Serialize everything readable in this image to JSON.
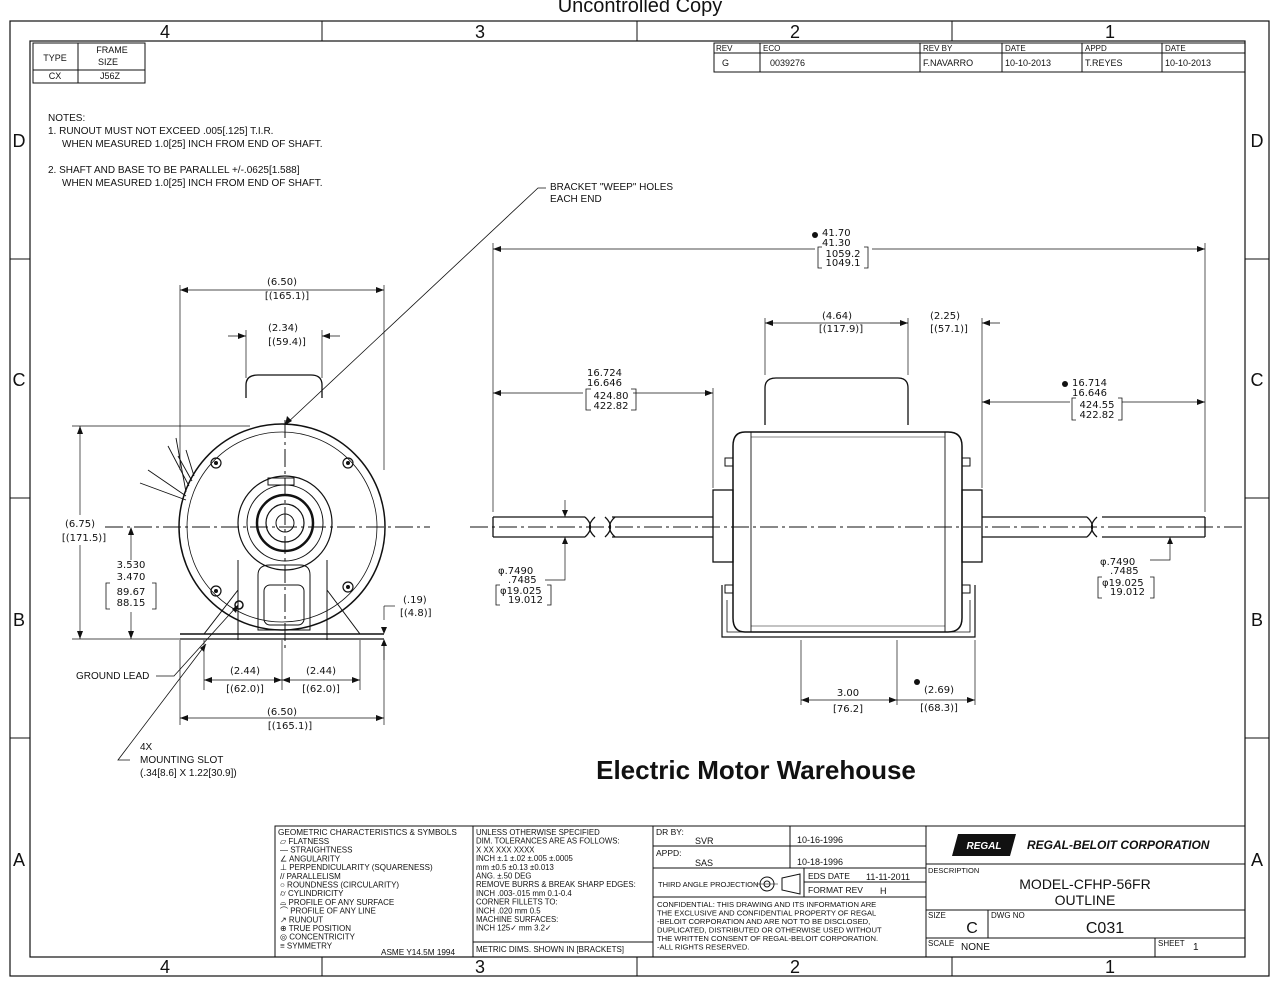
{
  "header": {
    "uncontrolled": "Uncontrolled Copy"
  },
  "zones": {
    "cols": [
      "4",
      "3",
      "2",
      "1"
    ],
    "rows": [
      "D",
      "C",
      "B",
      "A"
    ]
  },
  "frame_table": {
    "type_label": "TYPE",
    "frame_label_1": "FRAME",
    "frame_label_2": "SIZE",
    "type_value": "CX",
    "frame_value": "J56Z"
  },
  "revision": {
    "headers": [
      "REV",
      "ECO",
      "REV BY",
      "DATE",
      "APPD",
      "DATE"
    ],
    "row": [
      "G",
      "0039276",
      "F.NAVARRO",
      "10-10-2013",
      "T.REYES",
      "10-10-2013"
    ]
  },
  "notes": {
    "title": "NOTES:",
    "lines": [
      "1.  RUNOUT MUST NOT EXCEED .005[.125] T.I.R.",
      "WHEN MEASURED 1.0[25] INCH FROM END OF SHAFT.",
      "2.  SHAFT AND BASE TO BE PARALLEL +/-.0625[1.588]",
      "WHEN MEASURED 1.0[25] INCH FROM END OF SHAFT."
    ]
  },
  "callouts": {
    "weep_1": "BRACKET \"WEEP\" HOLES",
    "weep_2": "EACH END",
    "ground": "GROUND LEAD",
    "slot_1": "4X",
    "slot_2": "MOUNTING SLOT",
    "slot_3": "(.34[8.6] X 1.22[30.9])"
  },
  "dims_end": {
    "w650_a": "(6.50)",
    "w650_b": "[(165.1)]",
    "w234_a": "(2.34)",
    "w234_b": "[(59.4)]",
    "h675_a": "(6.75)",
    "h675_b": "[(171.5)]",
    "h353_a": "3.530",
    "h353_b": "3.470",
    "h353_c": "89.67",
    "h353_d": "88.15",
    "f019_a": "(.19)",
    "f019_b": "[(4.8)]",
    "s244l_a": "(2.44)",
    "s244l_b": "[(62.0)]",
    "s244r_a": "(2.44)",
    "s244r_b": "[(62.0)]",
    "b650_a": "(6.50)",
    "b650_b": "[(165.1)]"
  },
  "dims_side": {
    "ov_a": "41.70",
    "ov_b": "41.30",
    "ov_c": "1059.2",
    "ov_d": "1049.1",
    "w464_a": "(4.64)",
    "w464_b": "[(117.9)]",
    "w225_a": "(2.25)",
    "w225_b": "[(57.1)]",
    "l16724_a": "16.724",
    "l16724_b": "16.646",
    "l16724_c": "424.80",
    "l16724_d": "422.82",
    "r16714_a": "16.714",
    "r16714_b": "16.646",
    "r16714_c": "424.55",
    "r16714_d": "422.82",
    "shl_a": "φ.7490",
    "shl_b": ".7485",
    "shl_c": "φ19.025",
    "shl_d": "19.012",
    "shr_a": "φ.7490",
    "shr_b": ".7485",
    "shr_c": "φ19.025",
    "shr_d": "19.012",
    "b300_a": "3.00",
    "b300_b": "[76.2]",
    "b269_a": "(2.69)",
    "b269_b": "[(68.3)]"
  },
  "watermark": "Electric Motor Warehouse",
  "gdt": {
    "title": "GEOMETRIC CHARACTERISTICS & SYMBOLS",
    "items": [
      "▱ FLATNESS",
      "— STRAIGHTNESS",
      "∠ ANGULARITY",
      "⊥ PERPENDICULARITY (SQUARENESS)",
      "// PARALLELISM",
      "○ ROUNDNESS (CIRCULARITY)",
      "⌭ CYLINDRICITY",
      "⌓ PROFILE OF ANY SURFACE",
      "⌒ PROFILE OF ANY LINE",
      "↗ RUNOUT",
      "⊕ TRUE POSITION",
      "◎ CONCENTRICITY",
      "≡ SYMMETRY"
    ],
    "std": "ASME Y14.5M 1994"
  },
  "tol": {
    "lines": [
      "UNLESS OTHERWISE SPECIFIED",
      "DIM. TOLERANCES ARE AS FOLLOWS:",
      "          X       XX      XXX     XXXX",
      "INCH    ±.1   ±.02   ±.005  ±.0005",
      "mm     ±0.5  ±0.13  ±0.013",
      "ANG. ±.50  DEG",
      "REMOVE BURRS & BREAK SHARP EDGES:",
      "  INCH .003-.015    mm  0.1-0.4",
      "CORNER FILLETS TO:",
      "  INCH .020    mm  0.5",
      "MACHINE SURFACES:",
      "  INCH  125✓  mm  3.2✓"
    ],
    "footer": "METRIC DIMS. SHOWN IN [BRACKETS]"
  },
  "approval": {
    "dr_label": "DR BY:",
    "dr_name": "SVR",
    "dr_date": "10-16-1996",
    "appd_label": "APPD:",
    "appd_name": "SAS",
    "appd_date": "10-18-1996",
    "proj": "THIRD ANGLE PROJECTION",
    "eds_label": "EDS DATE",
    "eds_value": "11-11-2011",
    "fmt_label": "FORMAT REV",
    "fmt_value": "H",
    "conf": [
      "CONFIDENTIAL: THIS DRAWING AND ITS INFORMATION ARE",
      "THE EXCLUSIVE AND CONFIDENTIAL PROPERTY OF REGAL",
      "-BELOIT CORPORATION AND ARE NOT TO BE DISCLOSED,",
      "DUPLICATED, DISTRIBUTED OR OTHERWISE USED WITHOUT",
      "THE WRITTEN CONSENT OF REGAL-BELOIT CORPORATION.",
      "-ALL RIGHTS RESERVED."
    ]
  },
  "title_block": {
    "logo": "REGAL",
    "company": "REGAL-BELOIT CORPORATION",
    "desc_label": "DESCRIPTION",
    "desc_1": "MODEL-CFHP-56FR",
    "desc_2": "OUTLINE",
    "size_label": "SIZE",
    "size_value": "C",
    "dwg_label": "DWG NO",
    "dwg_value": "C031",
    "scale_label": "SCALE",
    "scale_value": "NONE",
    "sheet_label": "SHEET",
    "sheet_value": "1"
  }
}
